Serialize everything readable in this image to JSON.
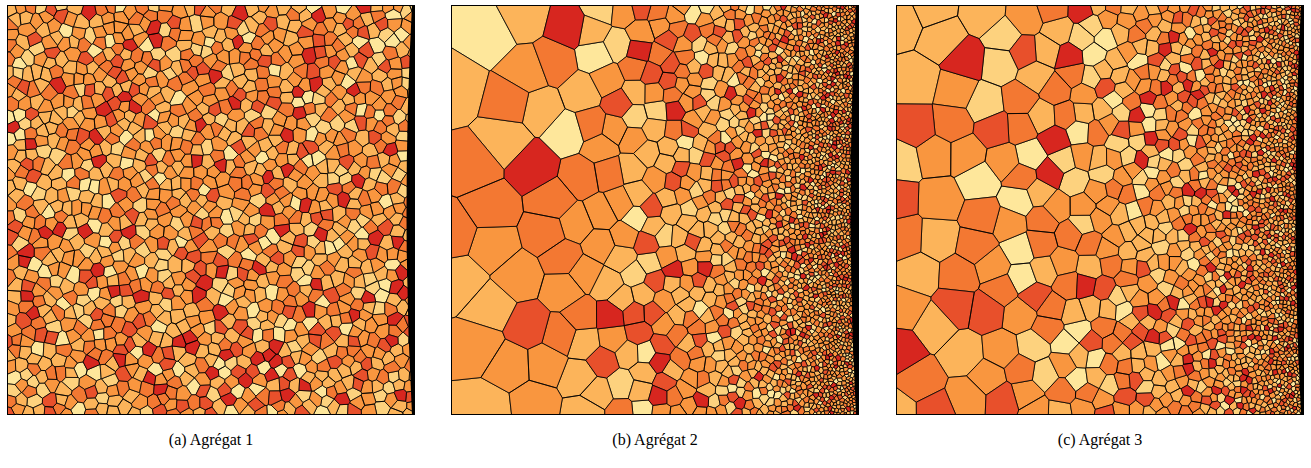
{
  "diagram": {
    "labels": [
      "(a) Agrégat 1",
      "(b) Agrégat 2",
      "(c) Agrégat 3"
    ]
  }
}
